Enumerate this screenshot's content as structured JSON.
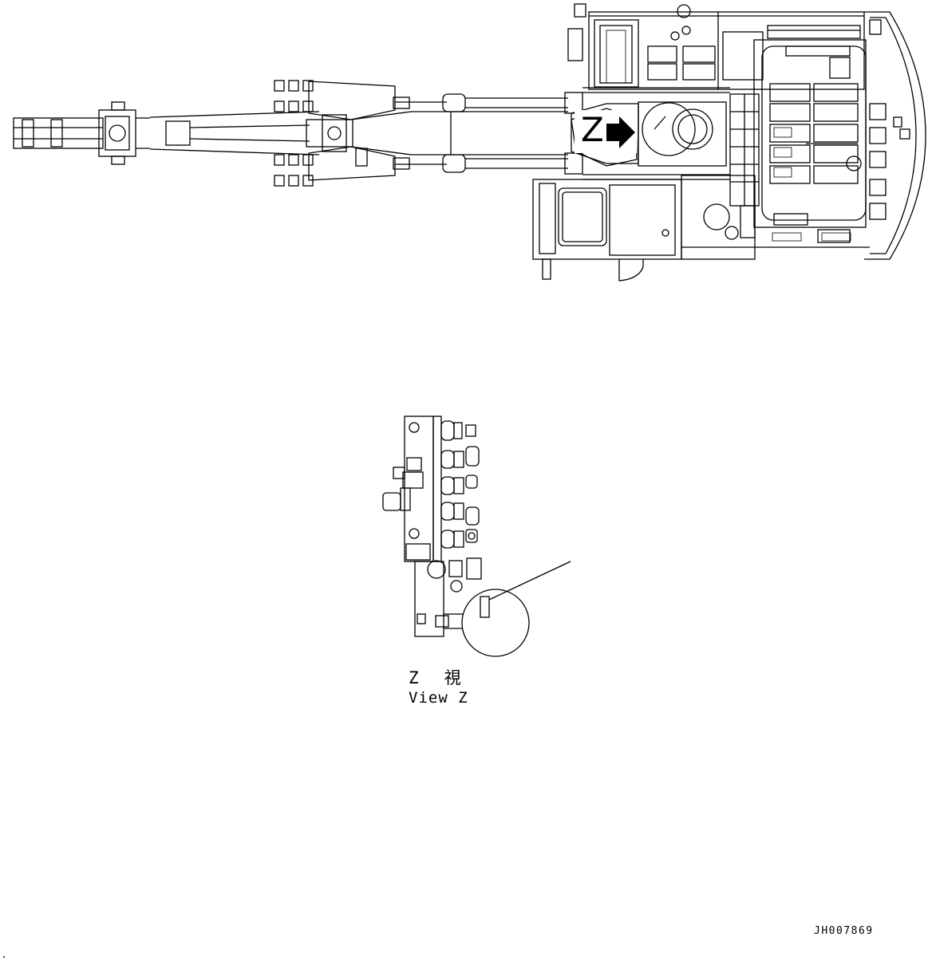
{
  "top_view": {
    "view_marker": "Z"
  },
  "detail_view": {
    "title_letter": "Z",
    "title_kanji": "視",
    "title_english": "View Z"
  },
  "figure_code": "JH007869",
  "colors": {
    "line": "#000000",
    "background": "#ffffff"
  }
}
